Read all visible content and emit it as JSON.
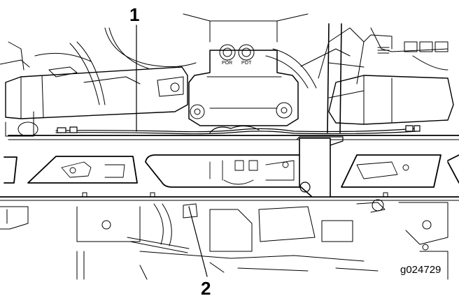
{
  "figure_id": "g024729",
  "callouts": [
    {
      "number": "1"
    },
    {
      "number": "2"
    }
  ],
  "port_labels": [
    "POR",
    "POT"
  ]
}
